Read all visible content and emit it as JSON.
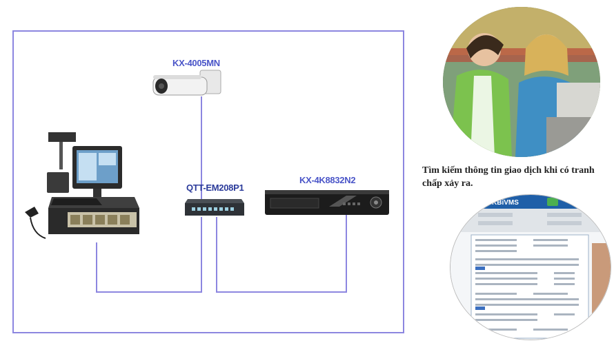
{
  "devices": {
    "camera_label": "KX-4005MN",
    "switch_label": "QTT-EM208P1",
    "nvr_label": "KX-4K8832N2"
  },
  "caption": "Tìm kiếm thông tin giao dịch khi có tranh chấp xảy ra.",
  "software": {
    "logo_text": "KBiVMS"
  },
  "colors": {
    "wire": "#8c86e0",
    "label": "#4a55c8"
  }
}
